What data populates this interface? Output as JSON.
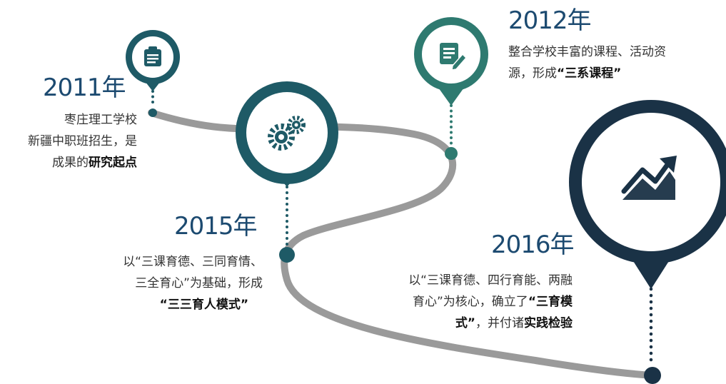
{
  "colors": {
    "navy": "#1a3246",
    "teal_dark": "#1e5a66",
    "teal": "#2d6e73",
    "green": "#2e7a70",
    "path_gray": "#9a9a9a",
    "year_text": "#1c4a70"
  },
  "milestones": [
    {
      "year": "2011年",
      "icon": "clipboard-icon",
      "desc_lines": [
        {
          "plain": "枣庄理工学校",
          "bold": ""
        },
        {
          "plain": "新疆中职班招生，是",
          "bold": ""
        },
        {
          "plain": "成果的",
          "bold": "研究起点"
        }
      ]
    },
    {
      "year": "2012年",
      "icon": "edit-document-icon",
      "desc_lines": [
        {
          "plain": "整合学校丰富的课程、活动资",
          "bold": ""
        },
        {
          "plain": "源，形成",
          "bold": "“三系课程”"
        }
      ]
    },
    {
      "year": "2015年",
      "icon": "gears-icon",
      "desc_lines": [
        {
          "plain": "以“三课育德、三同育情、",
          "bold": ""
        },
        {
          "plain": "三全育心”为基础，形成",
          "bold": ""
        },
        {
          "plain": "",
          "bold": "“三三育人模式”"
        }
      ]
    },
    {
      "year": "2016年",
      "icon": "growth-chart-icon",
      "desc_lines": [
        {
          "plain": "以“三课育德、四行育能、两融",
          "bold": ""
        },
        {
          "plain": "育心”为核心，确立了",
          "bold": "“三育模"
        },
        {
          "plain": "",
          "bold": "式”",
          "tail": "，并付诸",
          "bold2": "实践检验"
        }
      ]
    }
  ]
}
